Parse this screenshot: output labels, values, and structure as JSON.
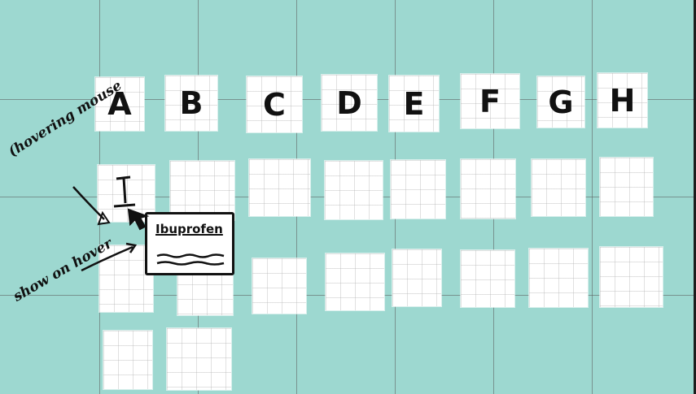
{
  "columns": [
    {
      "letter": "A"
    },
    {
      "letter": "B"
    },
    {
      "letter": "C"
    },
    {
      "letter": "D"
    },
    {
      "letter": "E"
    },
    {
      "letter": "F"
    },
    {
      "letter": "G"
    },
    {
      "letter": "H"
    }
  ],
  "annotations": {
    "hovering_mouse": "(hovering mouse",
    "show_on_hover": "show on hover"
  },
  "tooltip": {
    "title": "Ibuprofen"
  },
  "colors": {
    "background": "#9dd8d0",
    "card": "#ffffff",
    "ink": "#111111"
  },
  "icons": {
    "cursor": "text-cursor-icon"
  }
}
